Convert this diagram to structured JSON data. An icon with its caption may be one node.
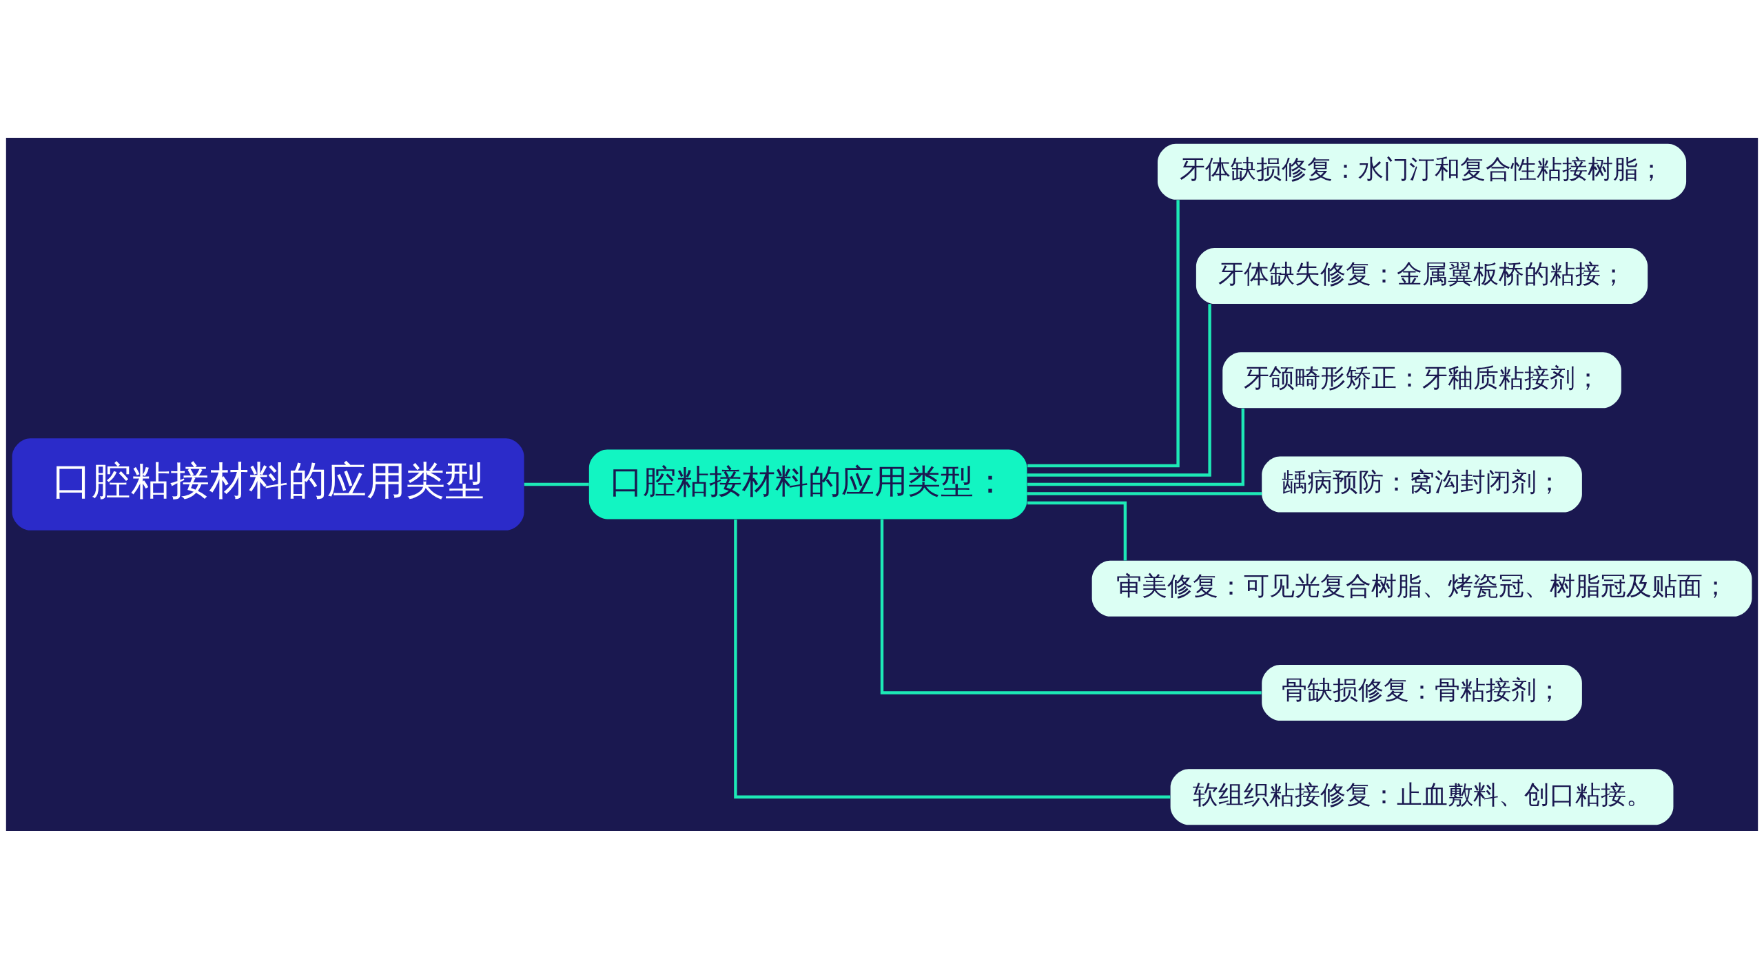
{
  "diagram": {
    "nodes": [
      {
        "text": [
          "口腔粘接材料的应用类型"
        ]
      },
      {
        "text": [
          "口腔粘接材料的应用类型："
        ]
      },
      {
        "text": [
          "牙体缺损修复：水门汀和复合性粘接树脂；"
        ]
      },
      {
        "text": [
          "牙体缺失修复：金属翼板桥的粘接；"
        ]
      },
      {
        "text": [
          "牙颌畸形矫正：牙釉质粘接剂；"
        ]
      },
      {
        "text": [
          "龋病预防：窝沟封闭剂；"
        ]
      },
      {
        "text": [
          "审美修复：可见光复合树脂、烤瓷冠、树脂冠及贴面；"
        ]
      },
      {
        "text": [
          "骨缺损修复：骨粘接剂；"
        ]
      },
      {
        "text": [
          "软组织粘接修复：止血敷料、创口粘接。"
        ]
      }
    ],
    "edges": [
      {
        "from": 0,
        "to": 1,
        "arrow": "none"
      },
      {
        "from": 1,
        "to": 2,
        "arrow": "none"
      },
      {
        "from": 1,
        "to": 3,
        "arrow": "none"
      },
      {
        "from": 1,
        "to": 4,
        "arrow": "none"
      },
      {
        "from": 1,
        "to": 5,
        "arrow": "none"
      },
      {
        "from": 1,
        "to": 6,
        "arrow": "none"
      },
      {
        "from": 1,
        "to": 7,
        "arrow": "none"
      },
      {
        "from": 1,
        "to": 8,
        "arrow": "none"
      }
    ]
  }
}
